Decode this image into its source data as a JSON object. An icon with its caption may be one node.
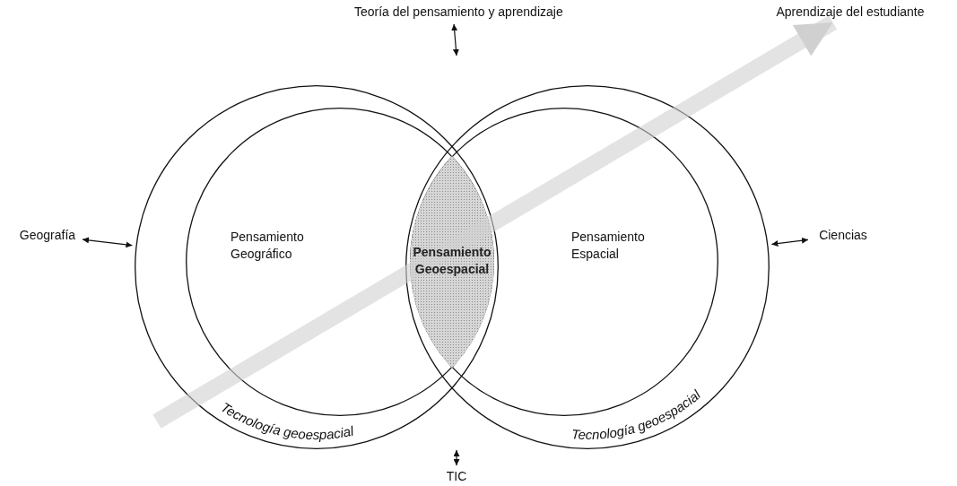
{
  "diagram": {
    "nodes": [
      {
        "text": [
          "Tecnología geoespacial"
        ]
      },
      {
        "text": [
          "Pensamiento Geográfico"
        ],
        "in": 0
      },
      {
        "text": [
          "Tecnología geoespacial"
        ]
      },
      {
        "text": [
          "Pensamiento Espacial"
        ],
        "in": 2
      },
      {
        "text": [
          "Pensamiento Geoespacial"
        ]
      },
      {
        "text": [
          "Teoría del pensamiento y aprendizaje"
        ]
      },
      {
        "text": [
          "Geografía"
        ]
      },
      {
        "text": [
          "Ciencias"
        ]
      },
      {
        "text": [
          "TIC"
        ]
      },
      {
        "text": [
          "Aprendizaje del estudiante"
        ]
      }
    ],
    "edges": [
      {
        "from": 5,
        "to": null,
        "arrow": "both"
      },
      {
        "from": 6,
        "to": 0,
        "arrow": "both"
      },
      {
        "from": 7,
        "to": 2,
        "arrow": "both"
      },
      {
        "from": 8,
        "to": null,
        "arrow": "both"
      },
      {
        "from": null,
        "to": 9,
        "arrow": "to",
        "style": "thick",
        "color": "#d0d0d0"
      }
    ]
  }
}
